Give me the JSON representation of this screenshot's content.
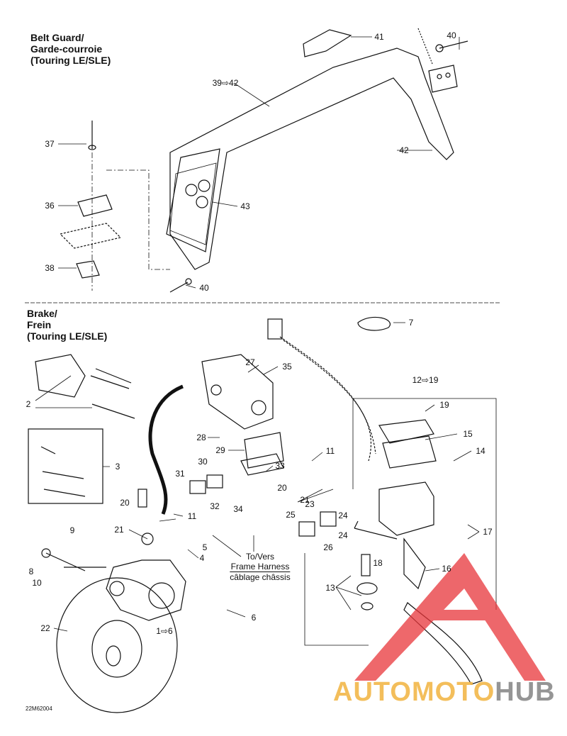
{
  "sections": {
    "belt_guard": {
      "title_lines": [
        "Belt Guard/",
        "Garde-courroie",
        "(Touring LE/SLE)"
      ]
    },
    "brake": {
      "title_lines": [
        "Brake/",
        "Frein",
        "(Touring LE/SLE)"
      ]
    }
  },
  "callouts": {
    "belt_guard": [
      "41",
      "40",
      "39⇨42",
      "37",
      "42",
      "36",
      "43",
      "38",
      "40"
    ],
    "brake": [
      "7",
      "27",
      "35",
      "12⇨19",
      "19",
      "2",
      "15",
      "14",
      "3",
      "28",
      "29",
      "11",
      "30",
      "33",
      "31",
      "21",
      "20",
      "32",
      "34",
      "20",
      "11",
      "25",
      "23",
      "24",
      "21",
      "9",
      "17",
      "5",
      "26",
      "18",
      "4",
      "16",
      "8",
      "10",
      "13",
      "6",
      "22",
      "1⇨6",
      "24"
    ]
  },
  "harness_note": {
    "line1": "To/Vers",
    "line2": "Frame Harness",
    "line3": "câblage châssis"
  },
  "drawing_code": "22M62004",
  "watermark": {
    "part1": "AUTOMOTO",
    "part2": "HUB"
  },
  "colors": {
    "watermark_red": "#e8353a",
    "watermark_orange": "#f2b84a",
    "watermark_gray": "#8a8a8a"
  }
}
